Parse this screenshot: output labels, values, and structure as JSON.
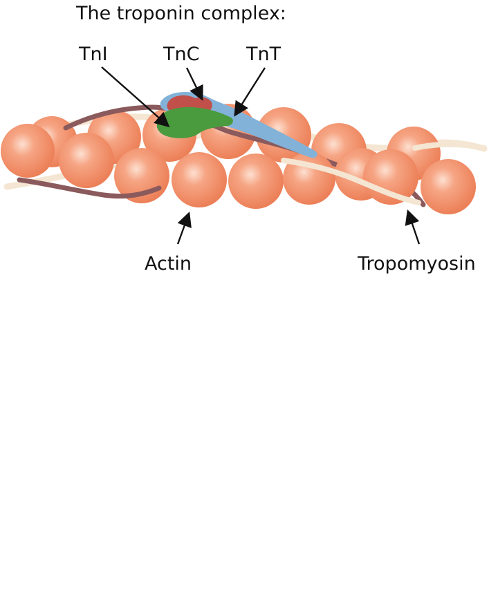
{
  "diagram": {
    "title": "The troponin complex:",
    "labels": {
      "tni": "TnI",
      "tnc": "TnC",
      "tnt": "TnT",
      "actin": "Actin",
      "tropomyosin": "Tropomyosin"
    },
    "colors": {
      "actin": "#f08a62",
      "actin_highlight": "#fbd7c6",
      "tropomyosin": "#8a5a5c",
      "tropomyosin_pale": "#f4e6d2",
      "tni": "#4a9a3e",
      "tnc": "#c2504a",
      "tnt": "#82b2d8",
      "arrow": "#111111"
    }
  }
}
